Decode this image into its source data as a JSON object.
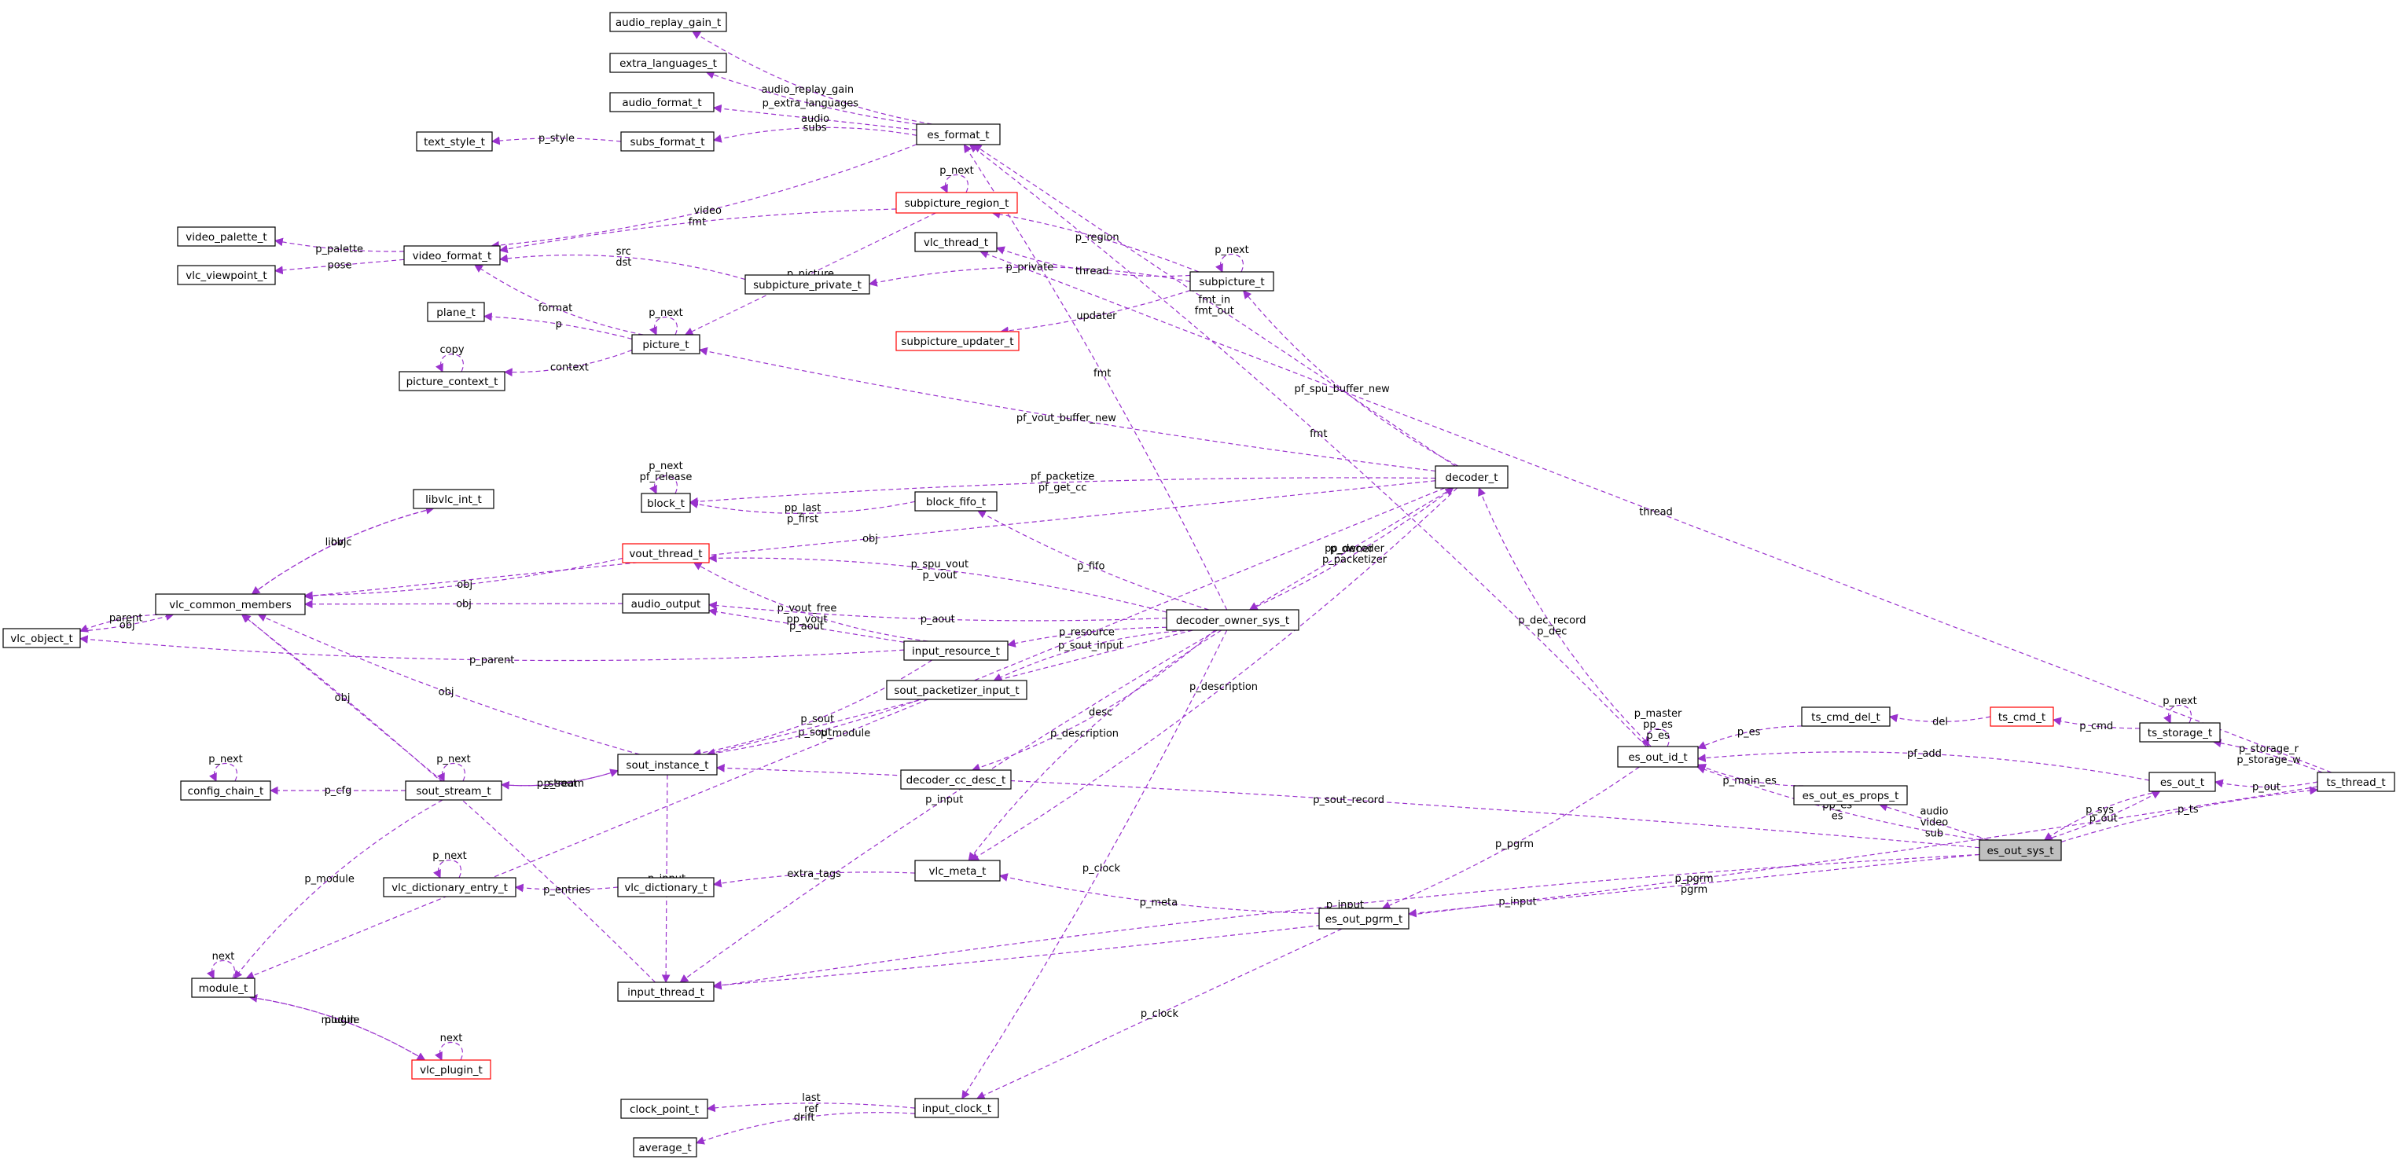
{
  "colors": {
    "edge": "#9a32cd",
    "node_border": "#000000",
    "incomplete_border": "#ff0000",
    "focus_fill": "#bfbfbf"
  },
  "nodes": [
    {
      "id": "audio_replay_gain_t",
      "label": "audio_replay_gain_t"
    },
    {
      "id": "extra_languages_t",
      "label": "extra_languages_t"
    },
    {
      "id": "audio_format_t",
      "label": "audio_format_t"
    },
    {
      "id": "text_style_t",
      "label": "text_style_t"
    },
    {
      "id": "subs_format_t",
      "label": "subs_format_t"
    },
    {
      "id": "es_format_t",
      "label": "es_format_t"
    },
    {
      "id": "video_palette_t",
      "label": "video_palette_t"
    },
    {
      "id": "vlc_viewpoint_t",
      "label": "vlc_viewpoint_t"
    },
    {
      "id": "video_format_t",
      "label": "video_format_t"
    },
    {
      "id": "subpicture_region_t",
      "label": "subpicture_region_t"
    },
    {
      "id": "vlc_thread_t",
      "label": "vlc_thread_t"
    },
    {
      "id": "subpicture_private_t",
      "label": "subpicture_private_t"
    },
    {
      "id": "subpicture_t",
      "label": "subpicture_t"
    },
    {
      "id": "subpicture_updater_t",
      "label": "subpicture_updater_t"
    },
    {
      "id": "plane_t",
      "label": "plane_t"
    },
    {
      "id": "picture_t",
      "label": "picture_t"
    },
    {
      "id": "picture_context_t",
      "label": "picture_context_t"
    },
    {
      "id": "block_t",
      "label": "block_t"
    },
    {
      "id": "block_fifo_t",
      "label": "block_fifo_t"
    },
    {
      "id": "decoder_t",
      "label": "decoder_t"
    },
    {
      "id": "libvlc_int_t",
      "label": "libvlc_int_t"
    },
    {
      "id": "vout_thread_t",
      "label": "vout_thread_t"
    },
    {
      "id": "vlc_common_members",
      "label": "vlc_common_members"
    },
    {
      "id": "vlc_object_t",
      "label": "vlc_object_t"
    },
    {
      "id": "audio_output",
      "label": "audio_output"
    },
    {
      "id": "decoder_owner_sys_t",
      "label": "decoder_owner_sys_t"
    },
    {
      "id": "input_resource_t",
      "label": "input_resource_t"
    },
    {
      "id": "sout_packetizer_input_t",
      "label": "sout_packetizer_input_t"
    },
    {
      "id": "sout_instance_t",
      "label": "sout_instance_t"
    },
    {
      "id": "config_chain_t",
      "label": "config_chain_t"
    },
    {
      "id": "sout_stream_t",
      "label": "sout_stream_t"
    },
    {
      "id": "decoder_cc_desc_t",
      "label": "decoder_cc_desc_t"
    },
    {
      "id": "vlc_dictionary_entry_t",
      "label": "vlc_dictionary_entry_t"
    },
    {
      "id": "vlc_dictionary_t",
      "label": "vlc_dictionary_t"
    },
    {
      "id": "vlc_meta_t",
      "label": "vlc_meta_t"
    },
    {
      "id": "module_t",
      "label": "module_t"
    },
    {
      "id": "input_thread_t",
      "label": "input_thread_t"
    },
    {
      "id": "vlc_plugin_t",
      "label": "vlc_plugin_t"
    },
    {
      "id": "clock_point_t",
      "label": "clock_point_t"
    },
    {
      "id": "input_clock_t",
      "label": "input_clock_t"
    },
    {
      "id": "average_t",
      "label": "average_t"
    },
    {
      "id": "es_out_pgrm_t",
      "label": "es_out_pgrm_t"
    },
    {
      "id": "es_out_id_t",
      "label": "es_out_id_t"
    },
    {
      "id": "ts_cmd_del_t",
      "label": "ts_cmd_del_t"
    },
    {
      "id": "ts_cmd_t",
      "label": "ts_cmd_t"
    },
    {
      "id": "ts_storage_t",
      "label": "ts_storage_t"
    },
    {
      "id": "es_out_es_props_t",
      "label": "es_out_es_props_t"
    },
    {
      "id": "es_out_t",
      "label": "es_out_t"
    },
    {
      "id": "ts_thread_t",
      "label": "ts_thread_t"
    },
    {
      "id": "es_out_sys_t",
      "label": "es_out_sys_t"
    }
  ],
  "edges": [
    {
      "from": "es_format_t",
      "to": "audio_replay_gain_t",
      "label": "audio_replay_gain"
    },
    {
      "from": "es_format_t",
      "to": "extra_languages_t",
      "label": "p_extra_languages"
    },
    {
      "from": "es_format_t",
      "to": "audio_format_t",
      "label": "audio"
    },
    {
      "from": "subs_format_t",
      "to": "text_style_t",
      "label": "p_style"
    },
    {
      "from": "es_format_t",
      "to": "subs_format_t",
      "label": "subs"
    },
    {
      "from": "es_format_t",
      "to": "video_format_t",
      "label": "video"
    },
    {
      "from": "video_format_t",
      "to": "video_palette_t",
      "label": "p_palette"
    },
    {
      "from": "video_format_t",
      "to": "vlc_viewpoint_t",
      "label": "pose"
    },
    {
      "from": "subpicture_region_t",
      "to": "video_format_t",
      "label": "fmt"
    },
    {
      "from": "subpicture_private_t",
      "to": "video_format_t",
      "label": "src\ndst"
    },
    {
      "from": "picture_t",
      "to": "video_format_t",
      "label": "format"
    },
    {
      "from": "subpicture_region_t",
      "to": "subpicture_region_t",
      "label": "p_next"
    },
    {
      "from": "subpicture_region_t",
      "to": "picture_t",
      "label": "p_picture"
    },
    {
      "from": "subpicture_t",
      "to": "subpicture_region_t",
      "label": "p_region"
    },
    {
      "from": "subpicture_t",
      "to": "subpicture_private_t",
      "label": "p_private"
    },
    {
      "from": "subpicture_t",
      "to": "vlc_thread_t",
      "label": "thread"
    },
    {
      "from": "subpicture_t",
      "to": "subpicture_updater_t",
      "label": "updater"
    },
    {
      "from": "subpicture_t",
      "to": "subpicture_t",
      "label": "p_next"
    },
    {
      "from": "picture_t",
      "to": "plane_t",
      "label": "p"
    },
    {
      "from": "picture_t",
      "to": "picture_t",
      "label": "p_next"
    },
    {
      "from": "picture_t",
      "to": "picture_context_t",
      "label": "context"
    },
    {
      "from": "picture_context_t",
      "to": "picture_context_t",
      "label": "copy"
    },
    {
      "from": "decoder_t",
      "to": "es_format_t",
      "label": "fmt_in\nfmt_out"
    },
    {
      "from": "decoder_owner_sys_t",
      "to": "es_format_t",
      "label": "fmt"
    },
    {
      "from": "es_out_id_t",
      "to": "es_format_t",
      "label": "fmt"
    },
    {
      "from": "decoder_t",
      "to": "subpicture_t",
      "label": "pf_spu_buffer_new"
    },
    {
      "from": "decoder_t",
      "to": "picture_t",
      "label": "pf_vout_buffer_new"
    },
    {
      "from": "decoder_t",
      "to": "vlc_common_members",
      "label": "obj"
    },
    {
      "from": "decoder_t",
      "to": "block_t",
      "label": "pf_packetize\npf_get_cc"
    },
    {
      "from": "block_t",
      "to": "block_t",
      "label": "p_next\npf_release"
    },
    {
      "from": "block_fifo_t",
      "to": "block_t",
      "label": "pp_last\np_first"
    },
    {
      "from": "decoder_owner_sys_t",
      "to": "block_fifo_t",
      "label": "p_fifo"
    },
    {
      "from": "decoder_t",
      "to": "decoder_owner_sys_t",
      "label": "p_owner"
    },
    {
      "from": "decoder_owner_sys_t",
      "to": "decoder_t",
      "label": "pp_decoder\np_packetizer"
    },
    {
      "from": "libvlc_int_t",
      "to": "vlc_common_members",
      "label": "obj"
    },
    {
      "from": "vlc_common_members",
      "to": "libvlc_int_t",
      "label": "libvlc"
    },
    {
      "from": "vout_thread_t",
      "to": "vlc_common_members",
      "label": "obj"
    },
    {
      "from": "audio_output",
      "to": "vlc_common_members",
      "label": "obj"
    },
    {
      "from": "vlc_object_t",
      "to": "vlc_common_members",
      "label": "obj"
    },
    {
      "from": "vlc_common_members",
      "to": "vlc_object_t",
      "label": "parent"
    },
    {
      "from": "input_resource_t",
      "to": "vlc_object_t",
      "label": "p_parent"
    },
    {
      "from": "sout_instance_t",
      "to": "vlc_common_members",
      "label": "obj"
    },
    {
      "from": "sout_stream_t",
      "to": "vlc_common_members",
      "label": "obj"
    },
    {
      "from": "input_thread_t",
      "to": "vlc_common_members",
      "label": "obj"
    },
    {
      "from": "decoder_owner_sys_t",
      "to": "vout_thread_t",
      "label": "p_spu_vout\np_vout"
    },
    {
      "from": "input_resource_t",
      "to": "vout_thread_t",
      "label": "p_vout_free\npp_vout"
    },
    {
      "from": "decoder_owner_sys_t",
      "to": "audio_output",
      "label": "p_aout"
    },
    {
      "from": "input_resource_t",
      "to": "audio_output",
      "label": "p_aout"
    },
    {
      "from": "decoder_owner_sys_t",
      "to": "input_resource_t",
      "label": "p_resource"
    },
    {
      "from": "decoder_owner_sys_t",
      "to": "sout_packetizer_input_t",
      "label": "p_sout_input"
    },
    {
      "from": "input_resource_t",
      "to": "sout_instance_t",
      "label": "p_sout"
    },
    {
      "from": "sout_packetizer_input_t",
      "to": "sout_instance_t",
      "label": "p_sout"
    },
    {
      "from": "decoder_owner_sys_t",
      "to": "sout_instance_t",
      "label": "p_sout"
    },
    {
      "from": "es_out_sys_t",
      "to": "sout_instance_t",
      "label": "p_sout_record"
    },
    {
      "from": "sout_stream_t",
      "to": "sout_instance_t",
      "label": "p_sout"
    },
    {
      "from": "sout_instance_t",
      "to": "sout_stream_t",
      "label": "p_stream"
    },
    {
      "from": "sout_stream_t",
      "to": "sout_stream_t",
      "label": "p_next"
    },
    {
      "from": "sout_stream_t",
      "to": "config_chain_t",
      "label": "p_cfg"
    },
    {
      "from": "config_chain_t",
      "to": "config_chain_t",
      "label": "p_next"
    },
    {
      "from": "sout_stream_t",
      "to": "module_t",
      "label": "p_module"
    },
    {
      "from": "decoder_owner_sys_t",
      "to": "decoder_cc_desc_t",
      "label": "desc"
    },
    {
      "from": "vlc_dictionary_t",
      "to": "vlc_dictionary_entry_t",
      "label": "p_entries"
    },
    {
      "from": "vlc_dictionary_entry_t",
      "to": "vlc_dictionary_entry_t",
      "label": "p_next"
    },
    {
      "from": "vlc_meta_t",
      "to": "vlc_dictionary_t",
      "label": "extra_tags"
    },
    {
      "from": "decoder_owner_sys_t",
      "to": "vlc_meta_t",
      "label": "p_description"
    },
    {
      "from": "decoder_t",
      "to": "vlc_meta_t",
      "label": "p_description"
    },
    {
      "from": "es_out_pgrm_t",
      "to": "vlc_meta_t",
      "label": "p_meta"
    },
    {
      "from": "decoder_t",
      "to": "module_t",
      "label": "p_module"
    },
    {
      "from": "module_t",
      "to": "module_t",
      "label": "next"
    },
    {
      "from": "vlc_plugin_t",
      "to": "module_t",
      "label": "module"
    },
    {
      "from": "module_t",
      "to": "vlc_plugin_t",
      "label": "plugin"
    },
    {
      "from": "vlc_plugin_t",
      "to": "vlc_plugin_t",
      "label": "next"
    },
    {
      "from": "sout_instance_t",
      "to": "input_thread_t",
      "label": "p_input"
    },
    {
      "from": "decoder_owner_sys_t",
      "to": "input_thread_t",
      "label": "p_input"
    },
    {
      "from": "es_out_sys_t",
      "to": "input_thread_t",
      "label": "p_input"
    },
    {
      "from": "ts_thread_t",
      "to": "input_thread_t",
      "label": "p_input"
    },
    {
      "from": "decoder_owner_sys_t",
      "to": "input_clock_t",
      "label": "p_clock"
    },
    {
      "from": "es_out_pgrm_t",
      "to": "input_clock_t",
      "label": "p_clock"
    },
    {
      "from": "input_clock_t",
      "to": "clock_point_t",
      "label": "last\nref"
    },
    {
      "from": "input_clock_t",
      "to": "average_t",
      "label": "drift"
    },
    {
      "from": "es_out_id_t",
      "to": "decoder_t",
      "label": "p_dec_record\np_dec"
    },
    {
      "from": "es_out_id_t",
      "to": "es_out_pgrm_t",
      "label": "p_pgrm"
    },
    {
      "from": "es_out_sys_t",
      "to": "es_out_pgrm_t",
      "label": "p_pgrm\npgrm"
    },
    {
      "from": "es_out_id_t",
      "to": "es_out_id_t",
      "label": "p_master\npp_es\np_es"
    },
    {
      "from": "ts_cmd_del_t",
      "to": "es_out_id_t",
      "label": "p_es"
    },
    {
      "from": "ts_cmd_t",
      "to": "ts_cmd_del_t",
      "label": "del"
    },
    {
      "from": "ts_storage_t",
      "to": "ts_cmd_t",
      "label": "p_cmd"
    },
    {
      "from": "ts_storage_t",
      "to": "ts_storage_t",
      "label": "p_next"
    },
    {
      "from": "ts_thread_t",
      "to": "ts_storage_t",
      "label": "p_storage_r\np_storage_w"
    },
    {
      "from": "es_out_t",
      "to": "es_out_id_t",
      "label": "pf_add"
    },
    {
      "from": "es_out_es_props_t",
      "to": "es_out_id_t",
      "label": "p_main_es"
    },
    {
      "from": "es_out_sys_t",
      "to": "es_out_id_t",
      "label": "pp_es\nes"
    },
    {
      "from": "es_out_sys_t",
      "to": "es_out_es_props_t",
      "label": "audio\nvideo\nsub"
    },
    {
      "from": "es_out_sys_t",
      "to": "es_out_t",
      "label": "p_out"
    },
    {
      "from": "es_out_t",
      "to": "es_out_sys_t",
      "label": "p_sys"
    },
    {
      "from": "ts_thread_t",
      "to": "es_out_t",
      "label": "p_out"
    },
    {
      "from": "es_out_sys_t",
      "to": "ts_thread_t",
      "label": "p_ts"
    },
    {
      "from": "ts_thread_t",
      "to": "vlc_thread_t",
      "label": "thread"
    }
  ]
}
